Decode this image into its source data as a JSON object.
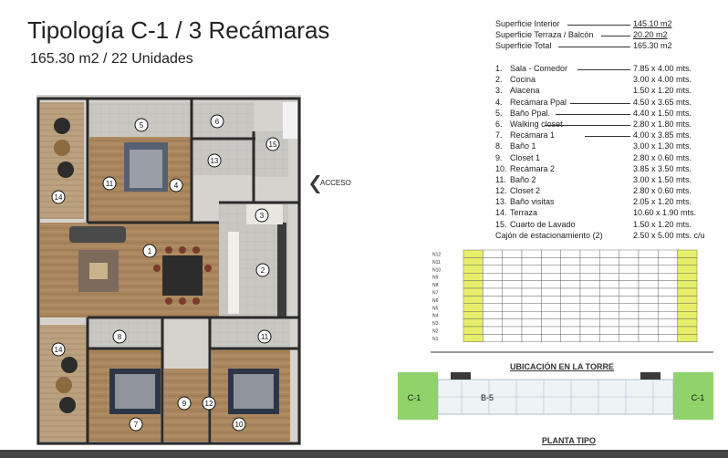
{
  "header": {
    "title": "Tipología C-1 / 3 Recámaras",
    "subtitle": "165.30 m2 / 22 Unidades"
  },
  "surfaces": [
    {
      "label": "Superficie Interior",
      "value": "145.10 m2"
    },
    {
      "label": "Superficie Terraza / Balcón",
      "value": "20.20 m2"
    },
    {
      "label": "Superficie Total",
      "value": "165.30 m2"
    }
  ],
  "rooms": [
    {
      "num": "1.",
      "name": "Sala - Comedor",
      "dims": "7.85 x 4.00 mts."
    },
    {
      "num": "2.",
      "name": "Cocina",
      "dims": "3.00 x 4.00 mts."
    },
    {
      "num": "3.",
      "name": "Alacena",
      "dims": "1.50 x 1.20 mts."
    },
    {
      "num": "4.",
      "name": "Recámara Ppal",
      "dims": "4.50 x 3.65 mts."
    },
    {
      "num": "5.",
      "name": "Baño Ppal.",
      "dims": "4.40 x 1.50 mts."
    },
    {
      "num": "6.",
      "name": "Walking closet",
      "dims": "2.80 x 1.80 mts."
    },
    {
      "num": "7.",
      "name": "Recámara 1",
      "dims": "4.00 x 3.85 mts."
    },
    {
      "num": "8.",
      "name": "Baño 1",
      "dims": "3.00 x 1.30 mts."
    },
    {
      "num": "9.",
      "name": "Closet 1",
      "dims": "2.80 x 0.60 mts."
    },
    {
      "num": "10.",
      "name": "Recámara 2",
      "dims": "3.85 x 3.50 mts."
    },
    {
      "num": "11.",
      "name": "Baño 2",
      "dims": "3.00 x 1.50 mts."
    },
    {
      "num": "12.",
      "name": "Closet 2",
      "dims": "2.80 x 0.60 mts."
    },
    {
      "num": "13.",
      "name": "Baño visitas",
      "dims": "2.05 x 1.20 mts."
    },
    {
      "num": "14.",
      "name": "Terraza",
      "dims": "10.60 x 1.90 mts."
    },
    {
      "num": "15.",
      "name": "Cuarto de Lavado",
      "dims": "1.50 x 1.20 mts."
    },
    {
      "num": "",
      "name": "Cajón de estacionamiento (2)",
      "dims": "2.50 x 5.00 mts. c/u"
    }
  ],
  "plan_markers": [
    "1",
    "2",
    "3",
    "4",
    "5",
    "6",
    "7",
    "8",
    "9",
    "10",
    "11",
    "11",
    "12",
    "13",
    "14",
    "14",
    "15"
  ],
  "acceso_label": "ACCESO",
  "tower": {
    "caption": "UBICACIÓN EN LA TORRE",
    "floors": [
      "N12",
      "N11",
      "N10",
      "N9",
      "N8",
      "N7",
      "N6",
      "N5",
      "N4",
      "N3",
      "N2",
      "N1"
    ]
  },
  "floor_plan": {
    "caption": "PLANTA TIPO",
    "labels": [
      "C-1",
      "B-5",
      "C-1"
    ]
  },
  "colors": {
    "terrace_green": "#8fd36a",
    "highlight_yellow": "#e6ee6a",
    "wood": "#b08a5e",
    "wall": "#2a2a2a"
  }
}
